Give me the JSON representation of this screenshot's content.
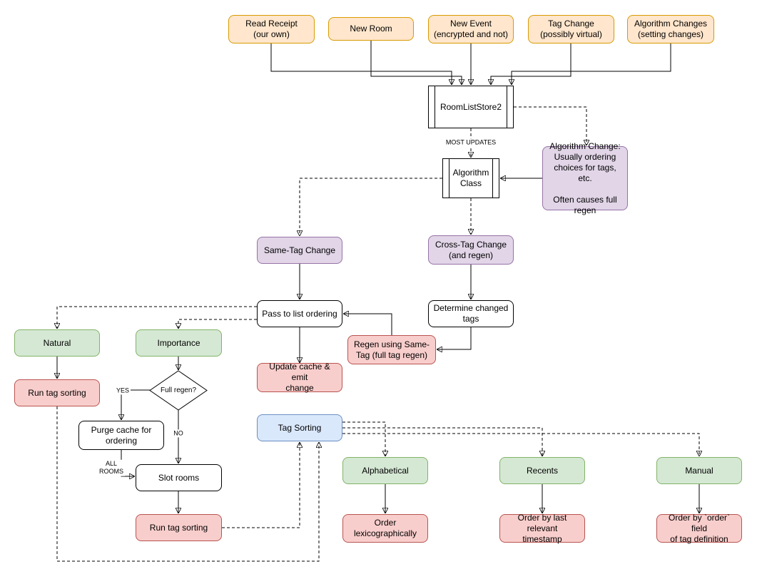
{
  "colors": {
    "orange_fill": "#ffe6cc",
    "orange_stroke": "#d79b00",
    "purple_fill": "#e1d5e7",
    "purple_stroke": "#9673a6",
    "green_fill": "#d5e8d4",
    "green_stroke": "#82b366",
    "red_fill": "#f8cecc",
    "red_stroke": "#b85450",
    "blue_fill": "#dae8fc",
    "blue_stroke": "#6c8ebf"
  },
  "nodes": {
    "read_receipt": "Read Receipt\n(our own)",
    "new_room": "New Room",
    "new_event": "New Event\n(encrypted and not)",
    "tag_change": "Tag Change\n(possibly virtual)",
    "algorithm_changes": "Algorithm Changes\n(setting changes)",
    "room_list_store": "RoomListStore2",
    "algorithm_class": "Algorithm\nClass",
    "algorithm_change_note": "Algorithm Change:\nUsually ordering choices for tags, etc.\n\nOften causes full regen",
    "same_tag_change": "Same-Tag Change",
    "cross_tag_change": "Cross-Tag Change\n(and regen)",
    "pass_to_list_ordering": "Pass to list ordering",
    "determine_changed_tags": "Determine changed\ntags",
    "regen_same_tag": "Regen using Same-\nTag (full tag regen)",
    "update_cache": "Update cache & emit\nchange",
    "natural": "Natural",
    "importance": "Importance",
    "run_tag_sorting_left": "Run tag sorting",
    "full_regen": "Full regen?",
    "purge_cache": "Purge cache for\nordering",
    "slot_rooms": "Slot rooms",
    "run_tag_sorting_mid": "Run tag sorting",
    "tag_sorting": "Tag Sorting",
    "alphabetical": "Alphabetical",
    "recents": "Recents",
    "manual": "Manual",
    "order_lexicographically": "Order\nlexicographically",
    "order_by_timestamp": "Order by last relevant\ntimestamp",
    "order_by_order_field": "Order by `order` field\nof tag definition"
  },
  "edge_labels": {
    "most_updates": "MOST UPDATES",
    "yes": "YES",
    "no": "NO",
    "all_rooms": "ALL\nROOMS"
  }
}
